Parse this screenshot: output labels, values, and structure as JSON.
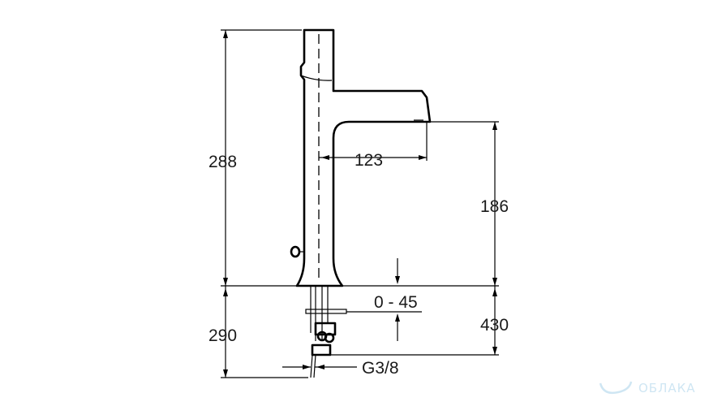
{
  "dimensions": {
    "total_height": "288",
    "spout_reach": "123",
    "spout_height": "186",
    "deck_thickness": "0 - 45",
    "below_deck": "290",
    "supply_length": "430",
    "thread": "G3/8"
  },
  "watermark": {
    "text": "ОБЛАКА",
    "logo_icon": "cloud-icon"
  },
  "colors": {
    "line": "#000000",
    "text": "#1a1a1a",
    "watermark": "#cfe6f3"
  }
}
